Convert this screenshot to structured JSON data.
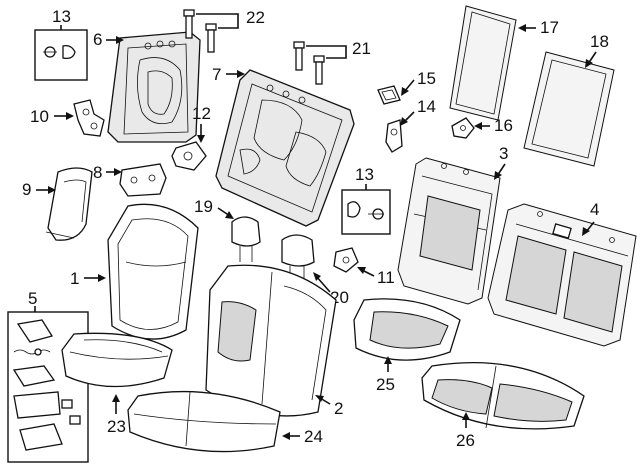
{
  "callouts": {
    "c1": "1",
    "c2": "2",
    "c3": "3",
    "c4": "4",
    "c5": "5",
    "c6": "6",
    "c7": "7",
    "c8": "8",
    "c9": "9",
    "c10": "10",
    "c11": "11",
    "c12": "12",
    "c13a": "13",
    "c13b": "13",
    "c14": "14",
    "c15": "15",
    "c16": "16",
    "c17": "17",
    "c18": "18",
    "c19": "19",
    "c20": "20",
    "c21": "21",
    "c22": "22",
    "c23": "23",
    "c24": "24",
    "c25": "25",
    "c26": "26"
  },
  "colors": {
    "line": "#111111",
    "background": "#ffffff"
  }
}
